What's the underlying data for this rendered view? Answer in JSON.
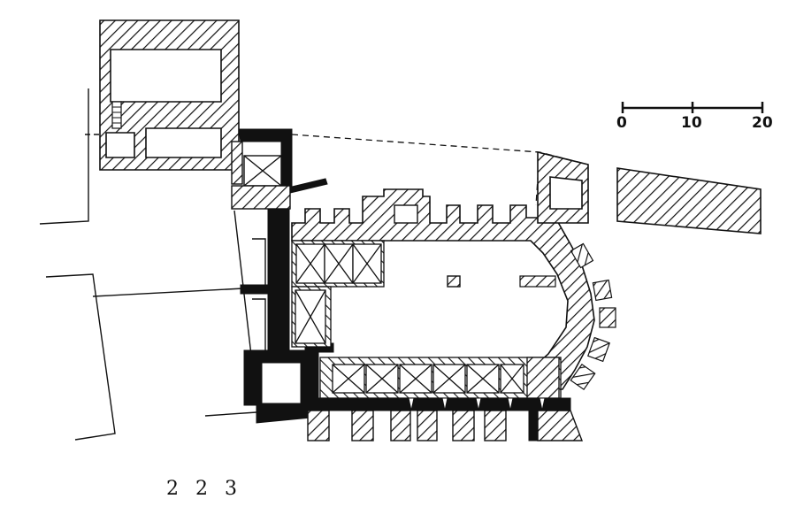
{
  "figure": {
    "number": "2 2 3"
  },
  "scale_bar": {
    "ticks": [
      "0",
      "10",
      "20"
    ],
    "unit": ""
  },
  "colors": {
    "ink": "#111111",
    "paper": "#ffffff"
  },
  "legend": {
    "solid_black": "",
    "hatched": ""
  }
}
